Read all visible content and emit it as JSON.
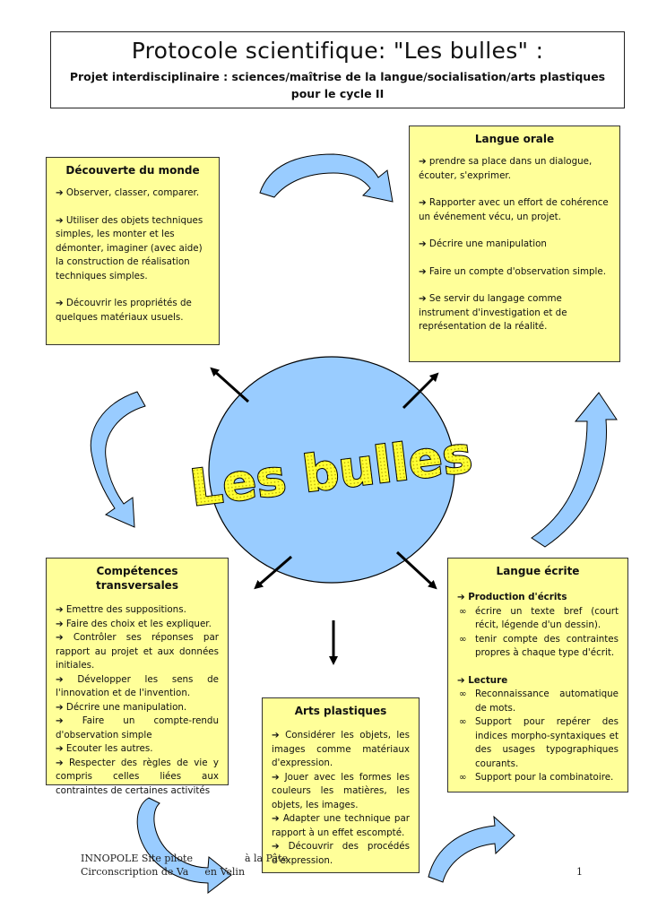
{
  "header": {
    "title": "Protocole scientifique: \"Les bulles\" :",
    "subtitle": "Projet interdisciplinaire : sciences/maîtrise de la langue/socialisation/arts plastiques pour le cycle II"
  },
  "center": {
    "label": "Les bulles"
  },
  "boxes": {
    "decouverte": {
      "title": "Découverte du monde",
      "items": [
        "Observer, classer, comparer.",
        "Utiliser des objets techniques simples, les monter et les démonter, imaginer (avec aide) la construction de réalisation techniques simples.",
        "Découvrir les propriétés de quelques matériaux usuels."
      ]
    },
    "langue_orale": {
      "title": "Langue orale",
      "items": [
        "prendre sa place dans un dialogue, écouter, s'exprimer.",
        "Rapporter avec un effort de cohérence un événement vécu, un projet.",
        "Décrire une manipulation",
        "Faire un compte d'observation simple.",
        "Se servir du langage comme instrument d'investigation et de représentation de la réalité."
      ]
    },
    "competences": {
      "title": "Compétences transversales",
      "items": [
        "Emettre des suppositions.",
        "Faire des choix et les expliquer.",
        "Contrôler ses réponses par rapport au projet et aux données initiales.",
        "Développer les sens de l'innovation et de l'invention.",
        "Décrire une manipulation.",
        "Faire un compte-rendu d'observation simple",
        "Ecouter les autres.",
        "Respecter des règles de vie y compris celles liées aux contraintes de certaines activités"
      ]
    },
    "langue_ecrite": {
      "title": "Langue écrite",
      "section1": "Production d'écrits",
      "section1_items": [
        "écrire un texte bref (court récit, légende d'un dessin).",
        "tenir compte des contraintes propres à chaque type d'écrit."
      ],
      "section2": "Lecture",
      "section2_items": [
        "Reconnaissance automatique de mots.",
        "Support pour repérer des indices morpho-syntaxiques et des usages typographiques courants.",
        "Support pour la combinatoire."
      ]
    },
    "arts": {
      "title": "Arts plastiques",
      "items": [
        "Considérer les objets, les images comme matériaux d'expression.",
        "Jouer avec les formes les couleurs les matières, les objets, les images.",
        "Adapter une technique par rapport à un effet escompté.",
        "Découvrir des procédés d'expression."
      ]
    }
  },
  "symbols": {
    "arrow": "➔",
    "infinity": "∞"
  },
  "footer": {
    "line1": "INNOPOLE Site pilote",
    "line1b": "à la Pâte",
    "line2": "Circonscription de Va",
    "line2b": "en Velin",
    "page": "1"
  },
  "colors": {
    "box_fill": "#ffff99",
    "circle_fill": "#99ccff",
    "curved_arrow_fill": "#99ccff",
    "title_text": "#ffff33"
  }
}
